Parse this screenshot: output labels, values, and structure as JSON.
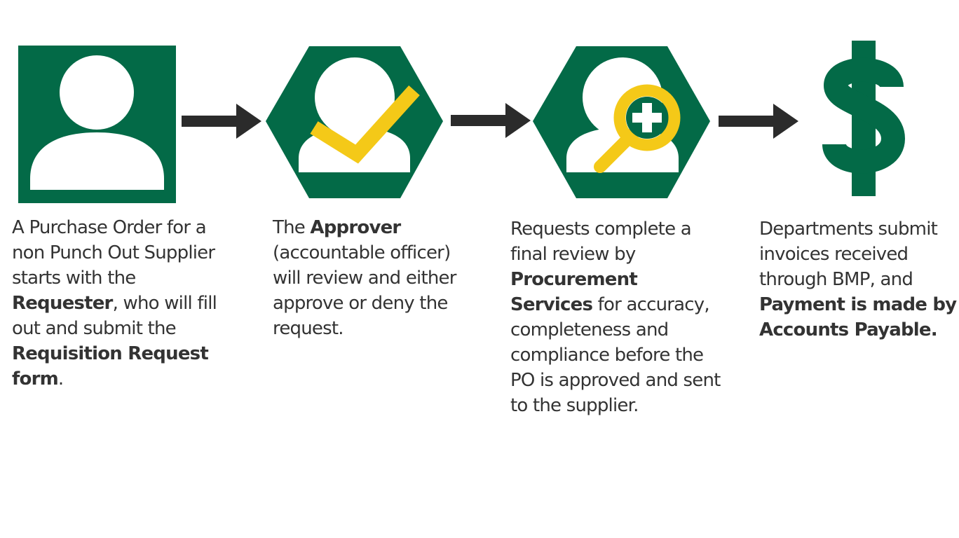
{
  "colors": {
    "green": "#036a47",
    "yellow": "#f4c918",
    "arrow": "#2b2b2b",
    "text": "#333333"
  },
  "steps": [
    {
      "icon": "requester-person-icon",
      "t1": "A Purchase Order for a non Punch Out Supplier starts with the ",
      "b1": "Requester",
      "t2": ", who will fill out and submit the ",
      "b2": "Requisition Request form",
      "t3": "."
    },
    {
      "icon": "approver-check-icon",
      "t1": "The ",
      "b1": "Approver",
      "t2": " (accountable officer) will review and either approve or deny the request."
    },
    {
      "icon": "procurement-magnifier-icon",
      "t1": "Requests complete a final review by ",
      "b1": "Procurement Services",
      "t2": " for accuracy, completeness and compliance before the PO is approved and sent to the supplier."
    },
    {
      "icon": "dollar-sign-icon",
      "t1": "Departments submit invoices received through BMP, and ",
      "b1": "Payment is made by Accounts Payable."
    }
  ]
}
